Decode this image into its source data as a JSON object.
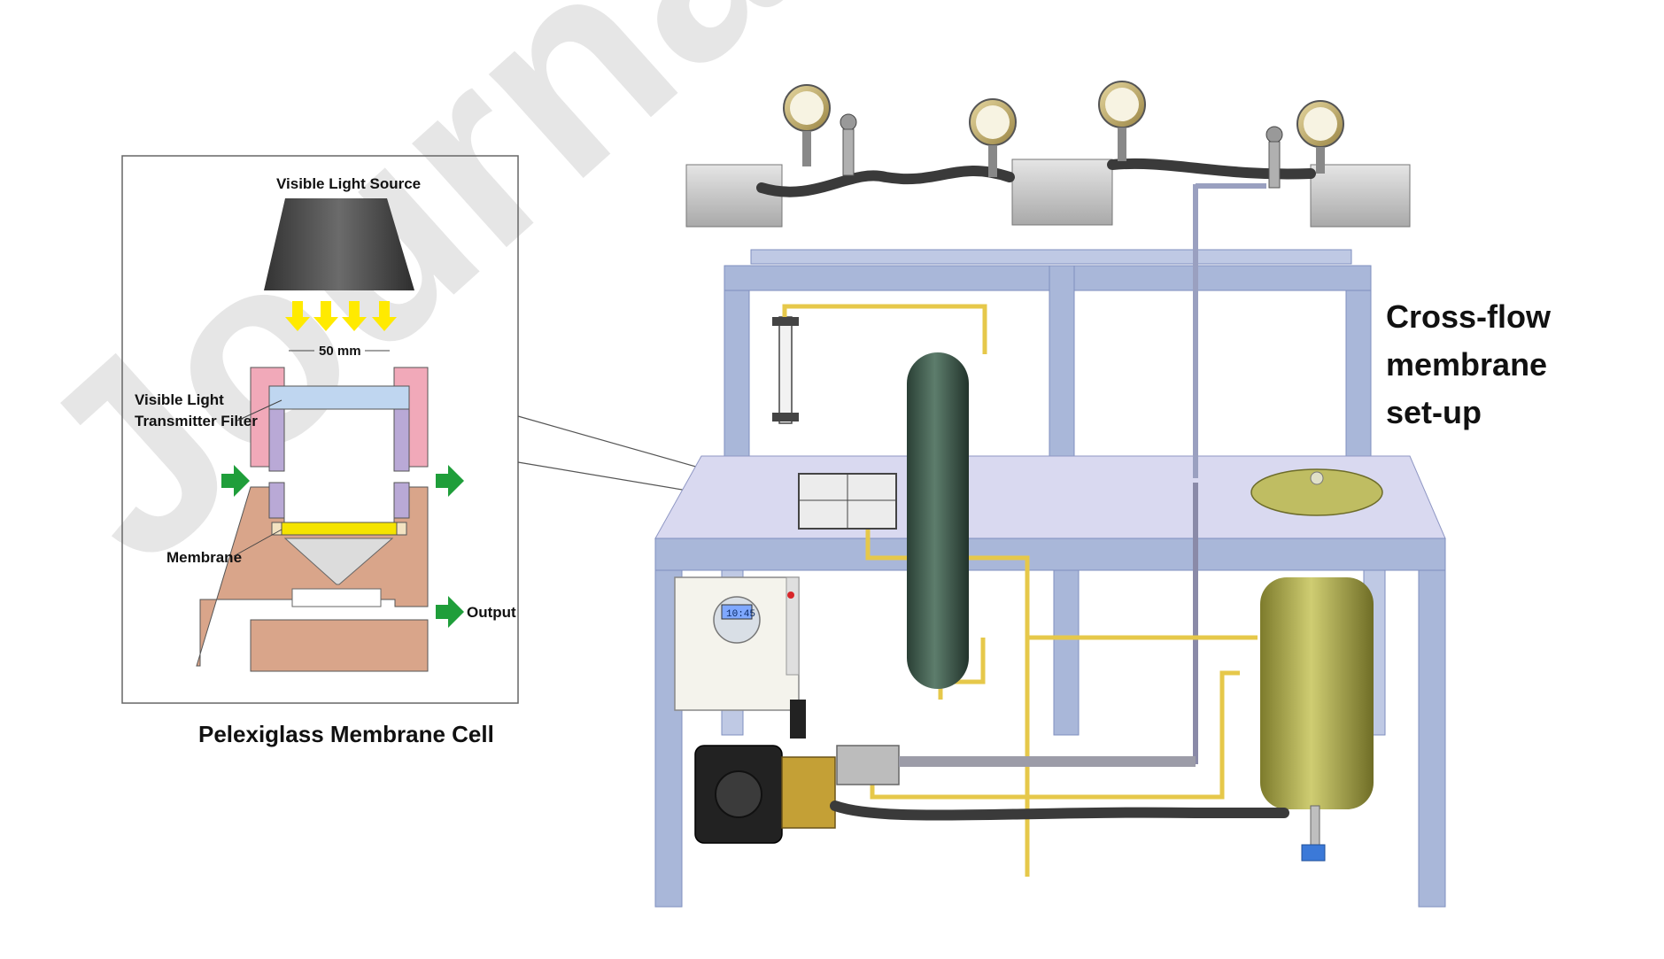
{
  "inset": {
    "light_source_label": "Visible Light Source",
    "dimension_label": "50 mm",
    "filter_label_line1": "Visible Light",
    "filter_label_line2": "Transmitter Filter",
    "membrane_label": "Membrane",
    "output_label": "Output",
    "caption": "Pelexiglass Membrane Cell"
  },
  "setup": {
    "title_line1": "Cross-flow",
    "title_line2": "membrane",
    "title_line3": "set-up",
    "controller_display": "10:45"
  },
  "watermark": {
    "text": "Journal"
  },
  "colors": {
    "frame": "#a9b7d9",
    "frame_dark": "#8496c4",
    "tabletop": "#d9d9f0",
    "tank_green": "#3e5a4c",
    "tank_olive": "#a8a64a",
    "pipe_yellow": "#e6c84a",
    "hose": "#3a3a3a",
    "cell_pink": "#f1a9b9",
    "cell_lilac": "#b9a9d6",
    "cell_blue": "#bfd6f0",
    "cell_body": "#d9a58a",
    "membrane_yellow": "#f5e400",
    "arrow_green": "#1f9e3a",
    "arrow_yellow": "#ffea00"
  }
}
